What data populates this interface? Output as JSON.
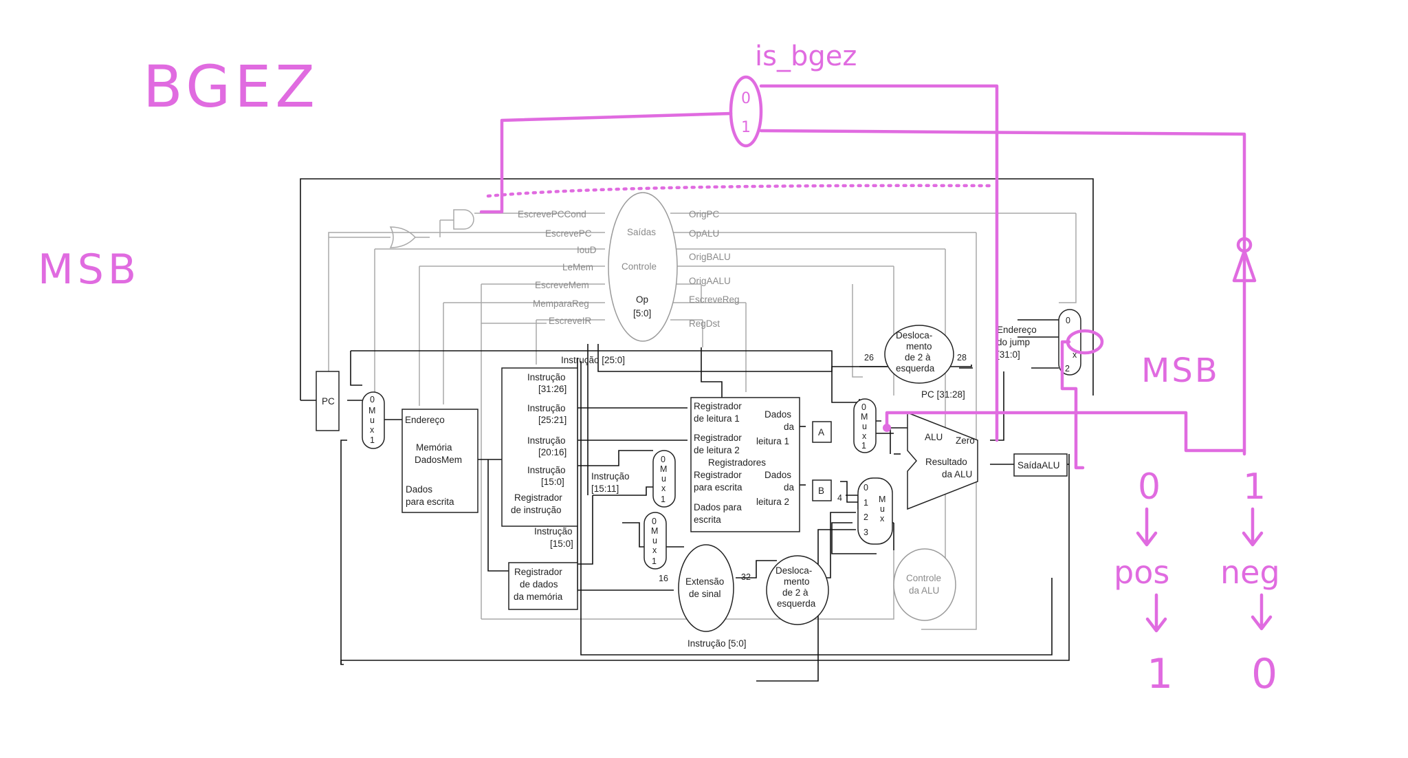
{
  "annotations": {
    "title": "BGEZ",
    "msb_left": "MSB",
    "is_bgez": "is_bgez",
    "mux_in0": "0",
    "mux_in1": "1",
    "msb_right": "MSB",
    "case0": "0",
    "case1": "1",
    "pos": "pos",
    "neg": "neg",
    "result_pos": "1",
    "result_neg": "0"
  },
  "control": {
    "outputs_label": "Saídas",
    "control_label": "Controle",
    "op_label": "Op",
    "op_bits": "[5:0]",
    "left_signals": [
      "EscrevePCCond",
      "EscrevePC",
      "IouD",
      "LeMem",
      "EscreveMem",
      "MemparaReg",
      "EscreveIR"
    ],
    "right_signals": [
      "OrigPC",
      "OpALU",
      "OrigBALU",
      "OrigAALU",
      "EscreveReg",
      "RegDst"
    ]
  },
  "blocks": {
    "pc": "PC",
    "memory": [
      "Memória",
      "DadosMem"
    ],
    "address": "Endereço",
    "write_data": [
      "Dados",
      "para escrita"
    ],
    "ir_fields": [
      "Instrução",
      "[31:26]",
      "Instrução",
      "[25:21]",
      "Instrução",
      "[20:16]",
      "Instrução",
      "[15:0]",
      "Registrador",
      "de instrução"
    ],
    "ir_low": [
      "Instrução",
      "[15:0]"
    ],
    "instr_15_11": [
      "Instrução",
      "[15:11]"
    ],
    "mdr": [
      "Registrador",
      "de dados",
      "da memória"
    ],
    "registers": [
      "Registrador",
      "de leitura 1",
      "Registrador",
      "de leitura 2",
      "Registradores",
      "Registrador",
      "para escrita",
      "Dados para",
      "escrita"
    ],
    "read_data_1": [
      "Dados",
      "da",
      "leitura 1"
    ],
    "read_data_2": [
      "Dados",
      "da",
      "leitura 2"
    ],
    "reg_a": "A",
    "reg_b": "B",
    "alu": "ALU",
    "zero": "Zero",
    "alu_result": [
      "Resultado",
      "da ALU"
    ],
    "alu_out": "SaídaALU",
    "alu_control": [
      "Controle",
      "da ALU"
    ],
    "sign_extend": [
      "Extensão",
      "de sinal"
    ],
    "shift_top": [
      "Desloca-",
      "mento",
      "de 2 à",
      "esquerda"
    ],
    "shift_bottom": [
      "Desloca-",
      "mento",
      "de 2 à",
      "esquerda"
    ],
    "jump_address": [
      "Endereço",
      "do jump",
      "[31:0]"
    ],
    "pc_31_28": "PC [31:28]",
    "instr_25_0": "Instrução [25:0]",
    "instr_5_0": "Instrução [5:0]",
    "mux_label": [
      "M",
      "u",
      "x"
    ],
    "wire_26": "26",
    "wire_28": "28",
    "wire_16": "16",
    "wire_32": "32",
    "wire_4": "4",
    "mux_inputs": [
      "0",
      "1",
      "2",
      "3"
    ]
  }
}
